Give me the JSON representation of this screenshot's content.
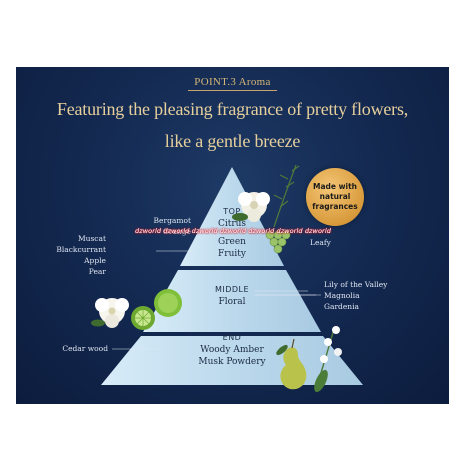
{
  "header": {
    "point_label": "POINT.3  Aroma",
    "headline_line1": "Featuring the pleasing fragrance of pretty flowers,",
    "headline_line2": "like a gentle breeze"
  },
  "badge": {
    "text": "Made with natural fragrances"
  },
  "watermark": {
    "text": "dzworld dzworld dzworld dzworld dzworld dzworld dzworld"
  },
  "pyramid": {
    "top": {
      "title": "TOP",
      "notes": [
        "Citrus",
        "Green",
        "Fruity"
      ]
    },
    "middle": {
      "title": "MIDDLE",
      "notes": [
        "Floral"
      ]
    },
    "end": {
      "title": "END",
      "notes": [
        "Woody Amber",
        "Musk Powdery"
      ]
    }
  },
  "ingredients": {
    "top_left": [
      "Bergamot",
      "Orange"
    ],
    "top_left2": [
      "Muscat",
      "Blackcurrant",
      "Apple",
      "Pear"
    ],
    "top_right": [
      "Leafy"
    ],
    "middle_right": [
      "Lily of the Valley",
      "Magnolia",
      "Gardenia"
    ],
    "end_left": [
      "Cedar wood"
    ]
  },
  "colors": {
    "background": "#142a52",
    "gold_text": "#e6cf9c",
    "pyramid_light": "#cfe6f4",
    "pyramid_dark": "#9fc3dc",
    "badge": "#e0a44a"
  }
}
